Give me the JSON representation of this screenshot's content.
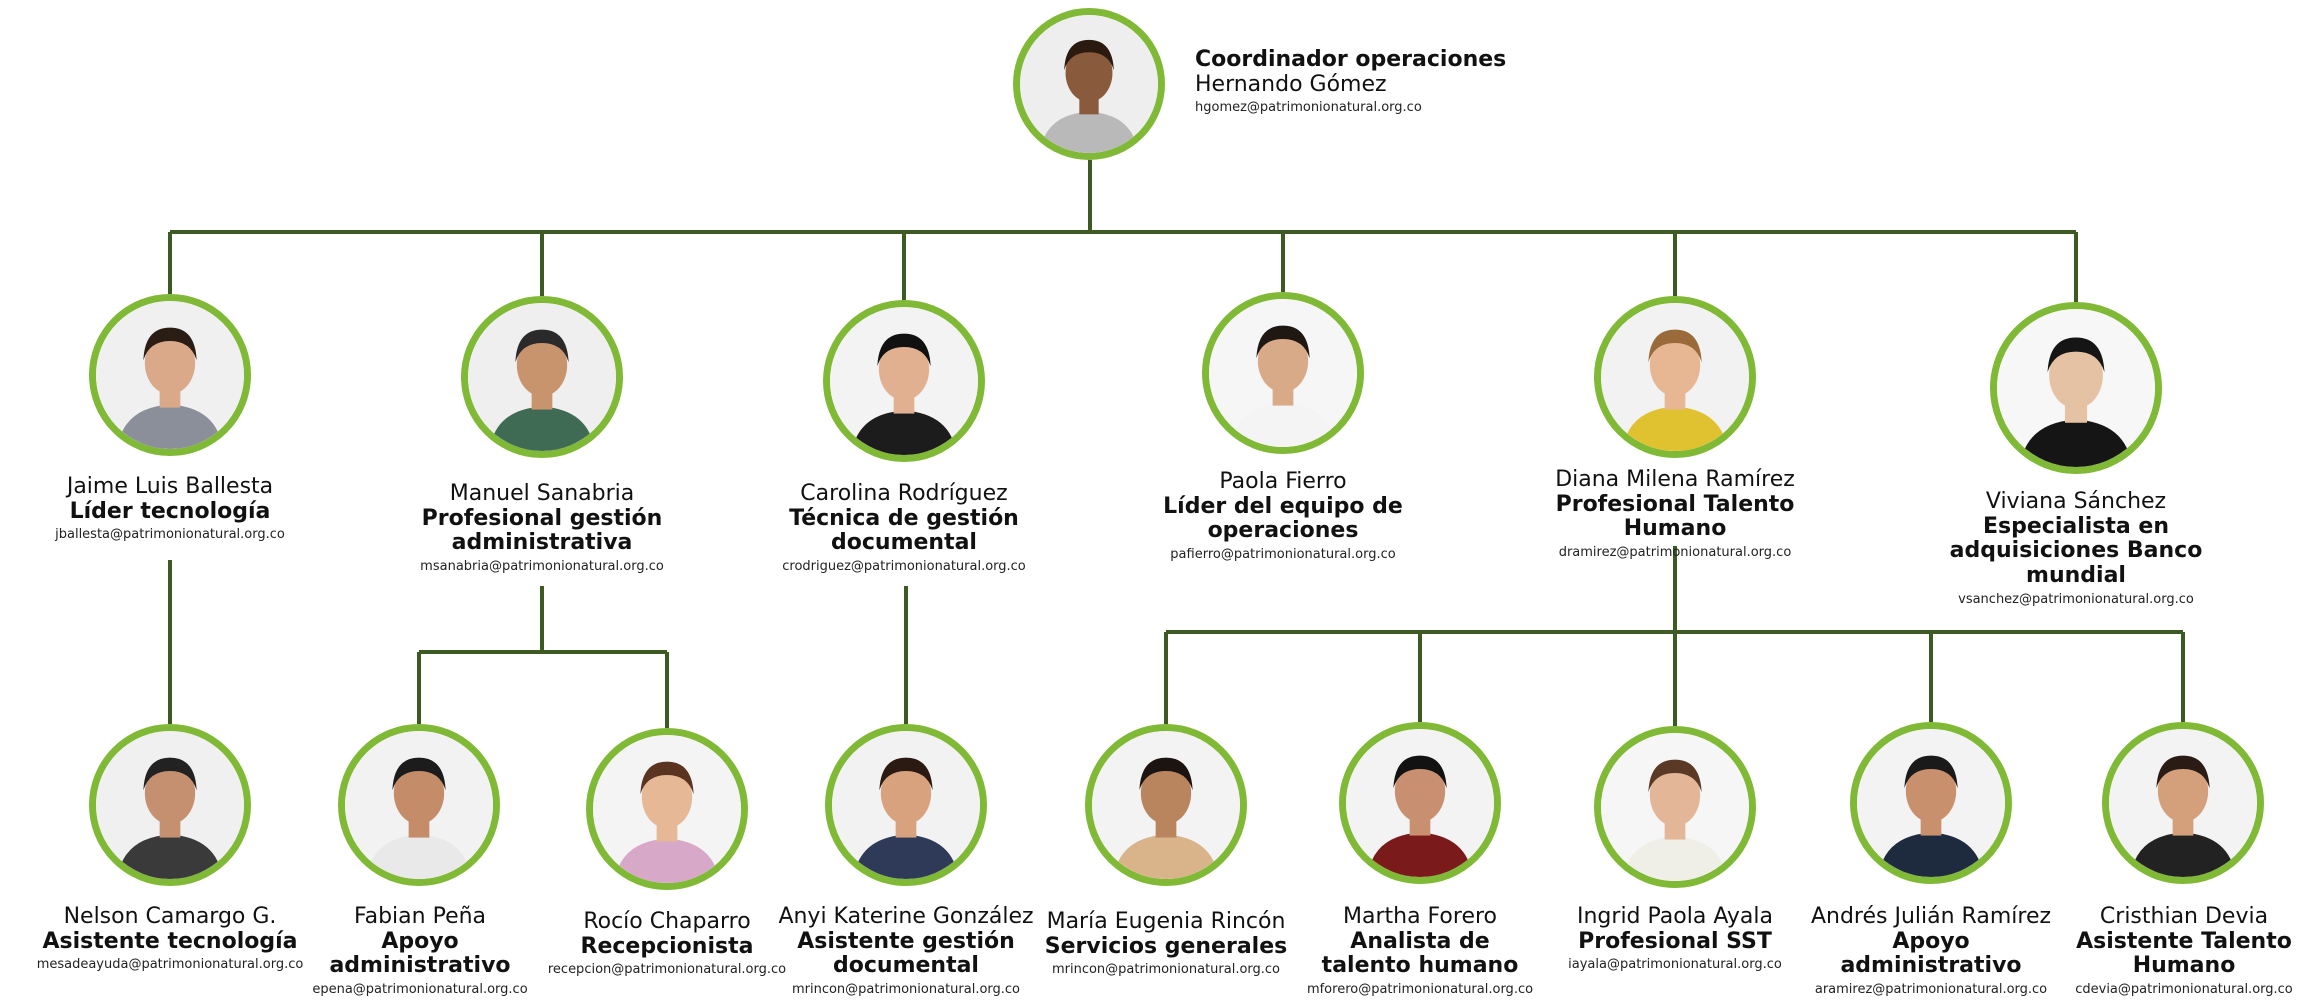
{
  "colors": {
    "connector": "#3d5a23",
    "photo_ring": "#7fb935",
    "text": "#111111"
  },
  "root": {
    "title": "Coordinador operaciones",
    "name": "Hernando Gómez",
    "email": "hgomez@patrimonionatural.org.co",
    "photo": {
      "skin": "#8a5a3c",
      "hair": "#2b1a10",
      "clothes": "#b9b9b9",
      "bg": "#eeeeee"
    }
  },
  "level1": [
    {
      "name": "Jaime Luis Ballesta",
      "role": "Líder tecnología",
      "email": "jballesta@patrimonionatural.org.co",
      "photo": {
        "skin": "#d9a98a",
        "hair": "#2a1d14",
        "clothes": "#8a8f99",
        "bg": "#f0f0f0"
      }
    },
    {
      "name": "Manuel Sanabria",
      "role": "Profesional gestión administrativa",
      "email": "msanabria@patrimonionatural.org.co",
      "photo": {
        "skin": "#c8946e",
        "hair": "#2a2a2a",
        "clothes": "#3f6b55",
        "bg": "#efefef"
      }
    },
    {
      "name": "Carolina Rodríguez",
      "role": "Técnica de gestión documental",
      "email": "crodriguez@patrimonionatural.org.co",
      "photo": {
        "skin": "#e0b090",
        "hair": "#111111",
        "clothes": "#1c1c1c",
        "bg": "#f3f3f3"
      }
    },
    {
      "name": "Paola Fierro",
      "role": "Líder del equipo de operaciones",
      "email": "pafierro@patrimonionatural.org.co",
      "photo": {
        "skin": "#d9aa88",
        "hair": "#1e1712",
        "clothes": "#f4f4f4",
        "bg": "#f6f6f6"
      }
    },
    {
      "name": "Diana Milena Ramírez",
      "role": "Profesional Talento Humano",
      "email": "dramirez@patrimonionatural.org.co",
      "photo": {
        "skin": "#e6b792",
        "hair": "#9a6a3a",
        "clothes": "#e0c230",
        "bg": "#f2f2f2"
      }
    },
    {
      "name": "Viviana Sánchez",
      "role": "Especialista en adquisiciones Banco mundial",
      "email": "vsanchez@patrimonionatural.org.co",
      "photo": {
        "skin": "#e6c2a4",
        "hair": "#151515",
        "clothes": "#151515",
        "bg": "#f7f7f7"
      }
    }
  ],
  "level2": [
    {
      "name": "Nelson Camargo G.",
      "role": "Asistente tecnología",
      "email": "mesadeayuda@patrimonionatural.org.co",
      "photo": {
        "skin": "#c49070",
        "hair": "#222222",
        "clothes": "#3a3a3a",
        "bg": "#f0f0f0"
      }
    },
    {
      "name": "Fabian Peña",
      "role": "Apoyo administrativo",
      "email": "epena@patrimonionatural.org.co",
      "photo": {
        "skin": "#c48c68",
        "hair": "#1c1c1c",
        "clothes": "#e9e9e9",
        "bg": "#f2f2f2"
      }
    },
    {
      "name": "Rocío Chaparro",
      "role": "Recepcionista",
      "email": "recepcion@patrimonionatural.org.co",
      "photo": {
        "skin": "#e6b896",
        "hair": "#5a3420",
        "clothes": "#d8a8c8",
        "bg": "#f4f4f4"
      }
    },
    {
      "name": "Anyi Katerine González",
      "role": "Asistente gestión documental",
      "email": "mrincon@patrimonionatural.org.co",
      "photo": {
        "skin": "#d8a27e",
        "hair": "#2a1a12",
        "clothes": "#2e3a58",
        "bg": "#f2f2f2"
      }
    },
    {
      "name": "María Eugenia Rincón",
      "role": "Servicios generales",
      "email": "mrincon@patrimonionatural.org.co",
      "photo": {
        "skin": "#b9855f",
        "hair": "#1c1410",
        "clothes": "#d9b48a",
        "bg": "#f3f3f3"
      }
    },
    {
      "name": "Martha Forero",
      "role": "Analista de talento humano",
      "email": "mforero@patrimonionatural.org.co",
      "photo": {
        "skin": "#c89070",
        "hair": "#121212",
        "clothes": "#7a1a1a",
        "bg": "#f3f3f3"
      }
    },
    {
      "name": "Ingrid Paola Ayala",
      "role": "Profesional SST",
      "email": "iayala@patrimonionatural.org.co",
      "photo": {
        "skin": "#e4b698",
        "hair": "#5a3a26",
        "clothes": "#efefe8",
        "bg": "#f6f6f6"
      }
    },
    {
      "name": "Andrés Julián Ramírez",
      "role": "Apoyo administrativo",
      "email": "aramirez@patrimonionatural.org.co",
      "photo": {
        "skin": "#c8906c",
        "hair": "#1a1a1a",
        "clothes": "#1e2a3e",
        "bg": "#f3f3f3"
      }
    },
    {
      "name": "Cristhian Devia",
      "role": "Asistente Talento Humano",
      "email": "cdevia@patrimonionatural.org.co",
      "photo": {
        "skin": "#d4a07c",
        "hair": "#2a1c14",
        "clothes": "#222222",
        "bg": "#f3f3f3"
      }
    }
  ]
}
